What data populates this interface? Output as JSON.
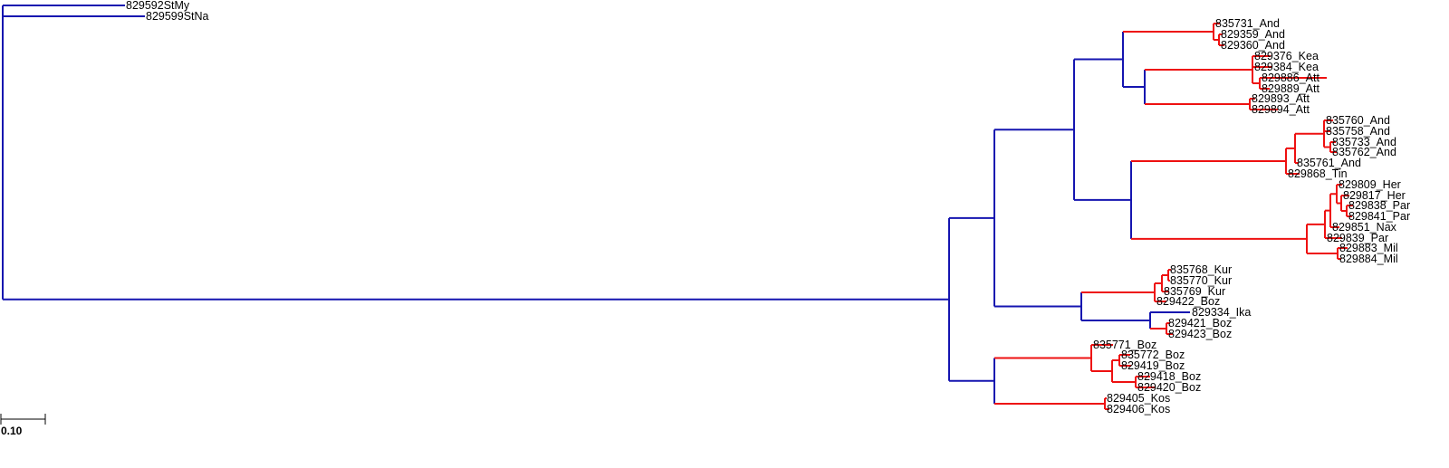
{
  "tree": {
    "colors": {
      "clade_blue": "#1515b0",
      "clade_red": "#ee1111"
    },
    "scale_bar": {
      "label": "0.10",
      "value": 0.1
    },
    "leaves": [
      "829592StMy",
      "829599StNa",
      "835731_And",
      "829359_And",
      "829360_And",
      "829376_Kea",
      "829384_Kea",
      "829886_Att",
      "829889_Att",
      "829893_Att",
      "829894_Att",
      "835760_And",
      "835758_And",
      "835733_And",
      "835762_And",
      "835761_And",
      "829868_Tin",
      "829809_Her",
      "829817_Her",
      "829838_Par",
      "829841_Par",
      "829851_Nax",
      "829839_Par",
      "829883_Mil",
      "829884_Mil",
      "835768_Kur",
      "835770_Kur",
      "835769_Kur",
      "829422_Boz",
      "829334_Ika",
      "829421_Boz",
      "829423_Boz",
      "835771_Boz",
      "835772_Boz",
      "829419_Boz",
      "829418_Boz",
      "829420_Boz",
      "829405_Kos",
      "829406_Kos"
    ]
  }
}
